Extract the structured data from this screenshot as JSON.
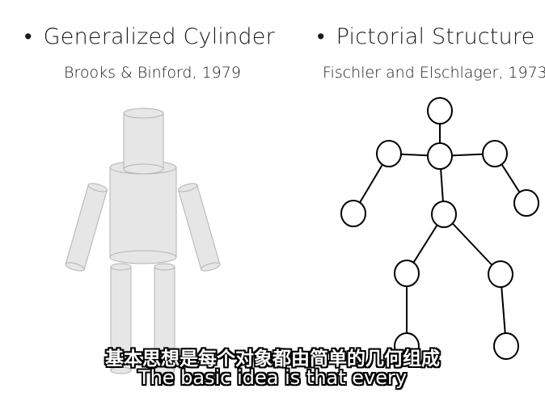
{
  "slide": {
    "left_heading": "Generalized Cylinder",
    "left_citation": "Brooks & Binford, 1979",
    "right_heading": "Pictorial Structure",
    "right_citation": "Fischler and Elschlager, 1973",
    "bullet": "•"
  },
  "subtitles": {
    "chinese": "基本思想是每个对象都由简单的几何组成",
    "english": "The basic idea is that every"
  },
  "colors": {
    "cylinder_fill": "#e6e6e6",
    "cylinder_stroke": "#b3b3b3",
    "node_stroke": "#000000",
    "background": "#ffffff"
  }
}
